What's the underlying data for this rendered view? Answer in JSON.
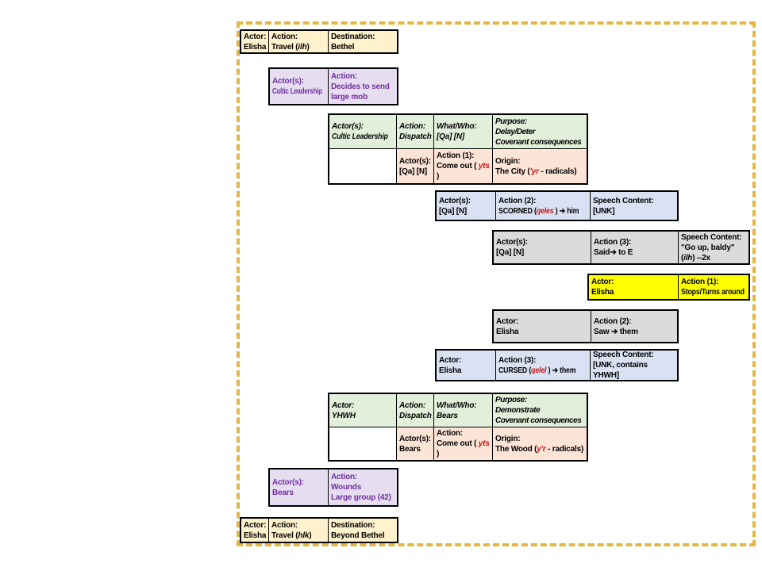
{
  "palette": {
    "frame_dash": "#E4B740",
    "cream_fill": "#FFF2CC",
    "purple_fill": "#E6DEF0",
    "purple_text": "#7030A0",
    "green_header_fill": "#E2EFDA",
    "peach_fill": "#FCE4D6",
    "blue_fill": "#D9E1F2",
    "gray_fill": "#DBDBDB",
    "yellow_fill": "#FFFF00",
    "red_term_text": "#C81414"
  },
  "boxes": {
    "travel1": {
      "actor": "Actor:\nElisha",
      "action_label": "Action:",
      "action_pre": "Travel (",
      "action_term": "ilh",
      "action_post": ")",
      "destination": "Destination:\nBethel"
    },
    "mob": {
      "actor_label": "Actor(s):",
      "actor_value": "Cultic Leadership",
      "action": "Action:\nDecides to send\nlarge mob"
    },
    "dispatch1": {
      "hdr_actor_label": "Actor(s):",
      "hdr_actor_value": "Cultic Leadership",
      "hdr_action": "Action:\nDispatch",
      "hdr_what": "What/Who:\n[Qa] [N]",
      "hdr_purpose": "Purpose:\nDelay/Deter\nCovenant consequences",
      "sub_actor": "Actor(s):\n[Qa] [N]",
      "sub_action_label": "Action (1):",
      "sub_action_pre": "Come out ( ",
      "sub_action_term": "yts",
      "sub_action_post": " )",
      "sub_origin_label": "Origin:",
      "sub_origin_pre": "The City (",
      "sub_origin_term": "'yr",
      "sub_origin_post": " - radicals)"
    },
    "scorned": {
      "actor": "Actor(s):\n[Qa] [N]",
      "action_label": "Action (2):",
      "action_pre": "SCORNED (",
      "action_term": "qeles",
      "action_post": " ) ➔ him",
      "speech": "Speech Content:\n[UNK]"
    },
    "said": {
      "actor": "Actor(s):\n[Qa] [N]",
      "action": "Action (3):\nSaid➔ to E",
      "speech_label": "Speech Content:",
      "speech_quote": "\"Go up, baldy\"",
      "speech_pre": "(",
      "speech_term": "ilh",
      "speech_post": ") --2x"
    },
    "stops": {
      "actor": "Actor:\nElisha",
      "action_label": "Action (1):",
      "action_value": "Stops/Turns around"
    },
    "saw": {
      "actor": "Actor:\nElisha",
      "action": "Action (2):\nSaw ➔ them"
    },
    "cursed": {
      "actor": "Actor:\nElisha",
      "action_label": "Action (3):",
      "action_pre": "CURSED (",
      "action_term": "qelel",
      "action_post": " ) ➔ them",
      "speech": "Speech Content:\n[UNK, contains YHWH]"
    },
    "dispatch2": {
      "hdr_actor": "Actor:\nYHWH",
      "hdr_action": "Action:\nDispatch",
      "hdr_what": "What/Who:\nBears",
      "hdr_purpose": "Purpose:\nDemonstrate\nCovenant consequences",
      "sub_actor": "Actor(s):\nBears",
      "sub_action_label": "Action:",
      "sub_action_pre": "Come out ( ",
      "sub_action_term": "yts",
      "sub_action_post": " )",
      "sub_origin_label": "Origin:",
      "sub_origin_pre": "The Wood (",
      "sub_origin_term": "y'r",
      "sub_origin_post": " - radicals)"
    },
    "wounds": {
      "actor": "Actor(s):\nBears",
      "action": "Action:\nWounds\nLarge group (42)"
    },
    "travel2": {
      "actor": "Actor:\nElisha",
      "action_label": "Action:",
      "action_pre": "Travel (",
      "action_term": "hlk",
      "action_post": ")",
      "destination": "Destination:\nBeyond Bethel"
    }
  }
}
